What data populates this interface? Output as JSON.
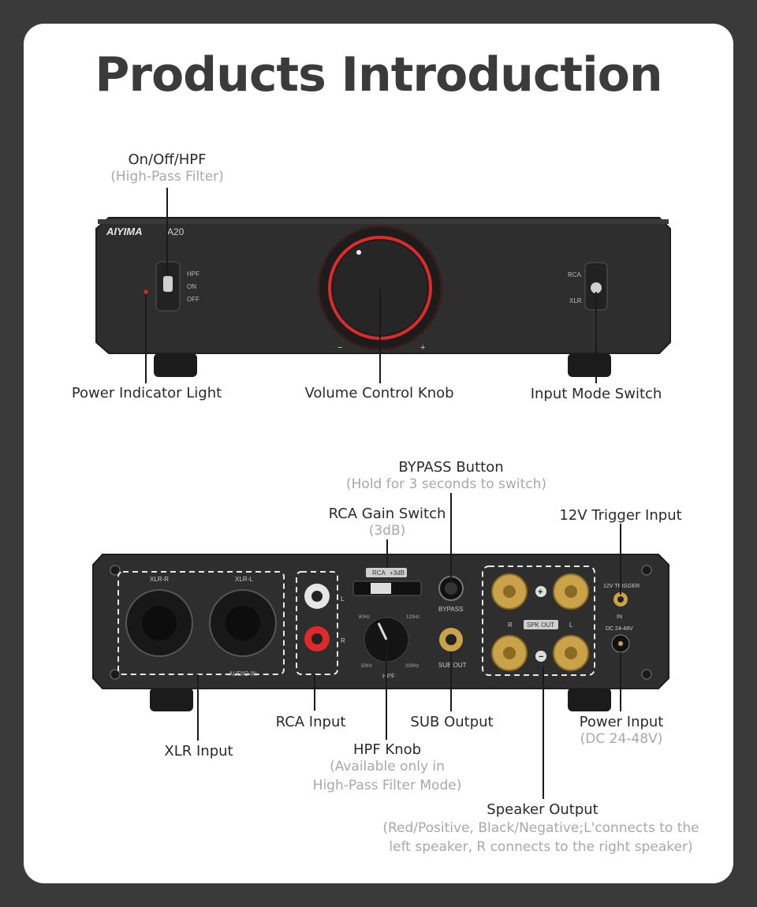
{
  "title": "Products Introduction",
  "front_panel": {
    "brand": "AIYIMA",
    "model": "A20",
    "switch_positions": [
      "HPF",
      "ON",
      "OFF"
    ],
    "input_positions": [
      "RCA",
      "XLR"
    ],
    "volume_marks": [
      "−",
      "+"
    ]
  },
  "rear_panel": {
    "xlr_labels": [
      "XLR-R",
      "XLR-L"
    ],
    "audio_in": "AUDIO IN",
    "rca_switch_label": "RCA",
    "rca_switch_value": "+3dB",
    "rca_channels": [
      "L",
      "R"
    ],
    "hpf_marks": [
      "80Hz",
      "120Hz",
      "50Hz",
      "200Hz"
    ],
    "hpf_label": "HPF",
    "bypass_label": "BYPASS",
    "sub_out_label": "SUB OUT",
    "spk_out_label": "SPK OUT",
    "spk_channels": [
      "R",
      "L"
    ],
    "trigger_label": "12V TRIGGER",
    "trigger_in": "IN",
    "dc_label": "DC 24-48V"
  },
  "callouts": {
    "onoff": {
      "label": "On/Off/HPF",
      "sub": "(High-Pass Filter)"
    },
    "power_light": {
      "label": "Power Indicator Light"
    },
    "volume": {
      "label": "Volume Control Knob"
    },
    "input_mode": {
      "label": "Input Mode Switch"
    },
    "bypass": {
      "label": "BYPASS Button",
      "sub": "(Hold for 3 seconds to switch)"
    },
    "rca_gain": {
      "label": "RCA Gain Switch",
      "sub": "(3dB)"
    },
    "trigger": {
      "label": "12V Trigger Input"
    },
    "rca_input": {
      "label": "RCA Input"
    },
    "sub_output": {
      "label": "SUB Output"
    },
    "power_input": {
      "label": "Power Input",
      "sub": "(DC 24-48V)"
    },
    "xlr_input": {
      "label": "XLR Input"
    },
    "hpf_knob": {
      "label": "HPF Knob",
      "sub1": "(Available only in",
      "sub2": "High-Pass Filter Mode)"
    },
    "speaker_output": {
      "label": "Speaker Output",
      "sub1": "(Red/Positive, Black/Negative;L'connects to the",
      "sub2": "left speaker, R connects to the right speaker)"
    }
  },
  "colors": {
    "background": "#3a3a3a",
    "card": "#ffffff",
    "chassis": "#2b2b2b",
    "accent_red": "#e02a2a",
    "gold": "#c9a24a"
  }
}
